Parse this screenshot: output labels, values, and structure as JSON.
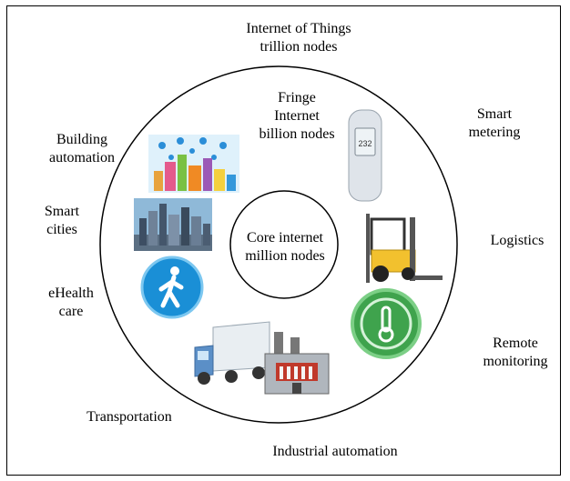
{
  "outer_label": {
    "line1": "Internet of Things",
    "line2": "trillion nodes"
  },
  "middle_label": {
    "line1": "Fringe",
    "line2": "Internet",
    "line3": "billion nodes"
  },
  "core_label": {
    "line1": "Core internet",
    "line2": "million nodes"
  },
  "applications": {
    "smart_metering": {
      "line1": "Smart",
      "line2": "metering"
    },
    "logistics": "Logistics",
    "remote_monitoring": {
      "line1": "Remote",
      "line2": "monitoring"
    },
    "industrial_automation": "Industrial automation",
    "transportation": "Transportation",
    "ehealth": {
      "line1": "eHealth",
      "line2": "care"
    },
    "smart_cities": {
      "line1": "Smart",
      "line2": "cities"
    },
    "building_automation": {
      "line1": "Building",
      "line2": "automation"
    }
  },
  "meter_display": "232",
  "icons": [
    "city-buildings-icon",
    "city-skyline-photo-icon",
    "walking-person-icon",
    "truck-icon",
    "factory-icon",
    "thermometer-icon",
    "forklift-icon",
    "smart-meter-icon"
  ],
  "colors": {
    "line": "#000000",
    "health_blue": "#1a8fd6",
    "monitor_green": "#3fa34d",
    "forklift_yellow": "#f2c12e"
  }
}
